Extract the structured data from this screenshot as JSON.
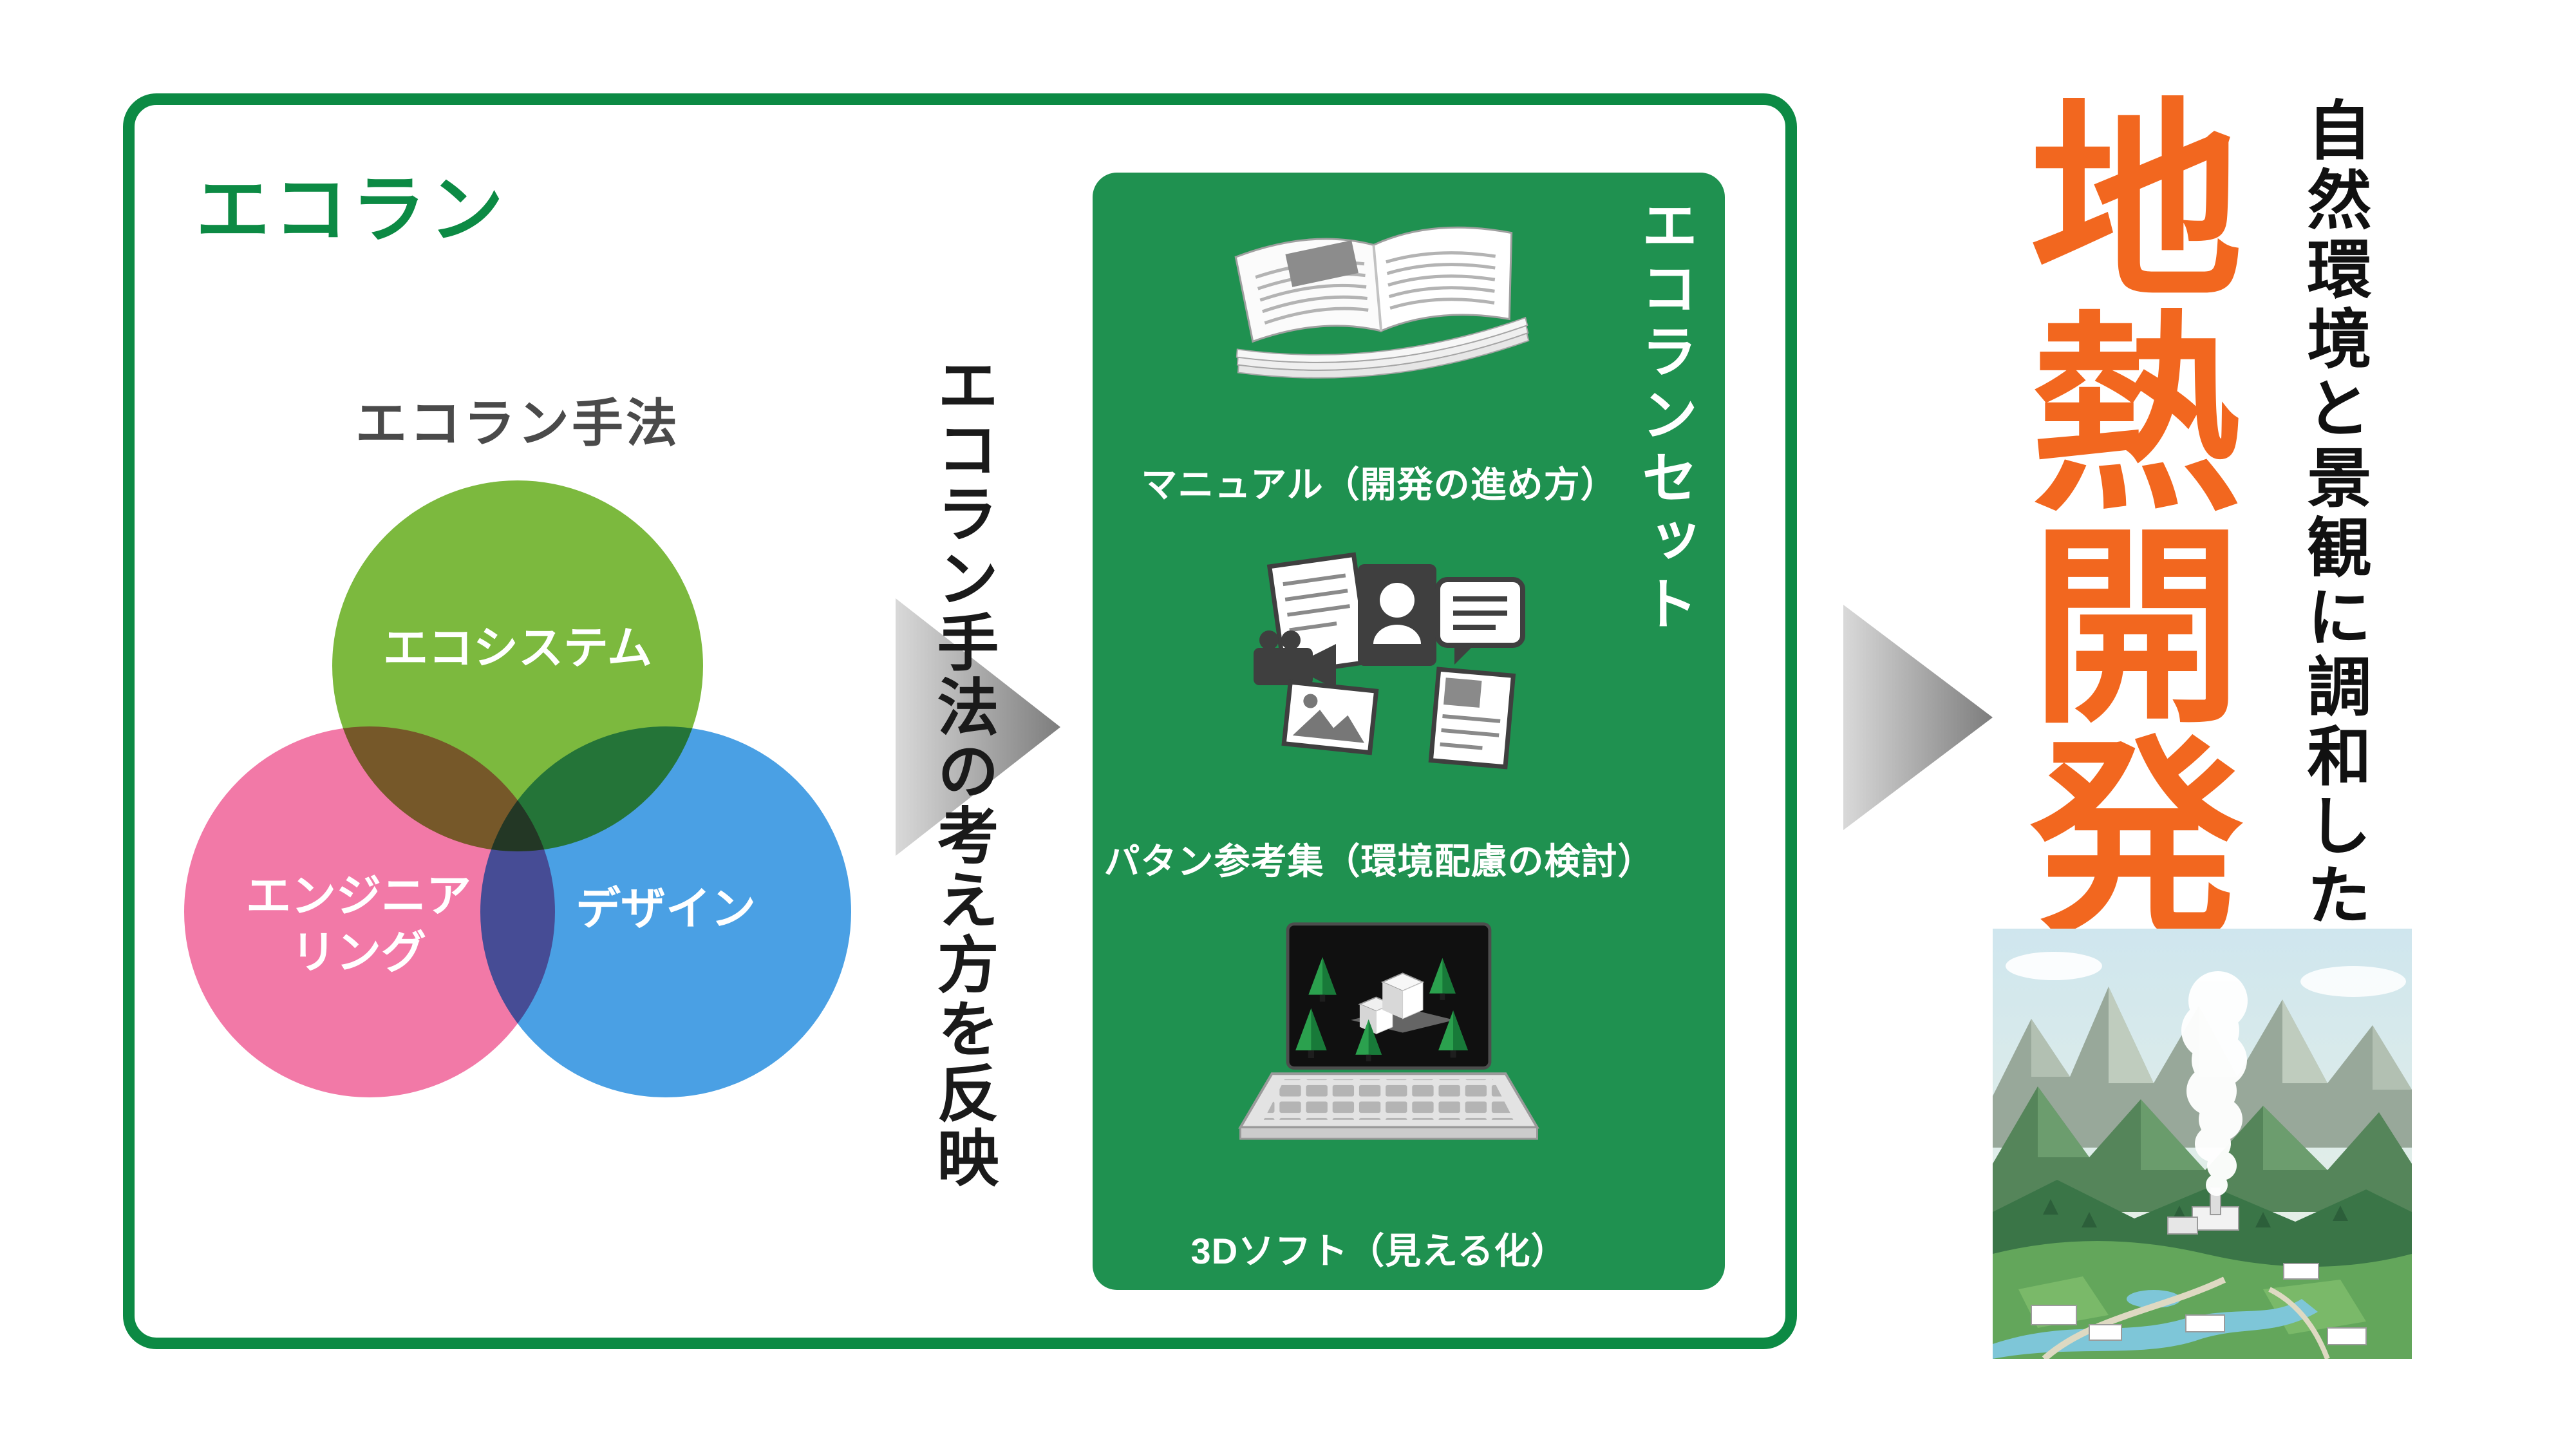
{
  "colors": {
    "brand_green": "#0c8a44",
    "panel_green": "#1f9150",
    "venn_green": "#7cb93e",
    "venn_pink": "#f279a7",
    "venn_blue": "#4aa0e4",
    "accent_orange": "#f2671f",
    "text_dark": "#1a1a1a",
    "arrow_light": "#d9d9d9",
    "arrow_dark": "#7d7d7d"
  },
  "ecoran_box": {
    "title": "エコラン",
    "venn": {
      "heading": "エコラン手法",
      "ecosystem_label": "エコシステム",
      "engineering_label": "エンジニア\nリング",
      "design_label": "デザイン"
    },
    "flow_arrow_label": "エコラン手法の考え方を反映"
  },
  "ecoran_set": {
    "title": "エコランセット",
    "items": [
      {
        "icon": "manual-book-icon",
        "caption": "マニュアル（開発の進め方）"
      },
      {
        "icon": "pattern-reference-icon",
        "caption": "パタン参考集（環境配慮の検討）"
      },
      {
        "icon": "laptop-3d-icon",
        "caption": "3Dソフト（見える化）"
      }
    ]
  },
  "result": {
    "lead": "自然環境と景観に調和した",
    "headline": "地熱開発",
    "illustration": "geothermal-plant-landscape"
  }
}
